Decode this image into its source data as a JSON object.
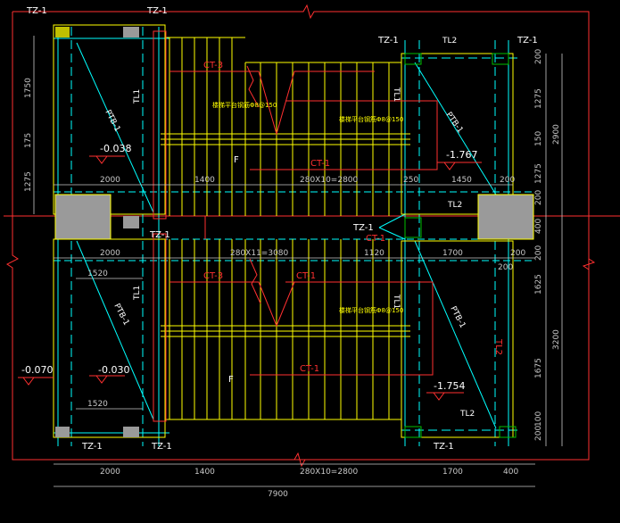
{
  "colors": {
    "background": "#000000",
    "structure": "#ff3030",
    "tread": "#ffff00",
    "axis": "#00ffff",
    "label": "#ffffff",
    "column": "#9a9a9a",
    "column_tz": "#c0c000",
    "hatch": "#00c000",
    "dimension": "#c8c8c8"
  },
  "labels": {
    "tz1_top_left_a": "TZ-1",
    "tz1_top_left_b": "TZ-1",
    "tz1_top_right_a": "TZ-1",
    "tz1_top_right_b": "TZ-1",
    "tz1_middle_left": "TZ-1",
    "tz1_middle_right": "TZ-1",
    "tz1_bottom_left_a": "TZ-1",
    "tz1_bottom_left_b": "TZ-1",
    "tz1_bottom_right": "TZ-1",
    "ptb1_top_left": "PTB-1",
    "ptb1_top_right": "PTB-1",
    "ptb1_bottom_left": "PTB-1",
    "ptb1_bottom_right": "PTB-1",
    "tl1_top": "TL1",
    "tl1_top_right": "TL1",
    "tl1_bottom": "TL1",
    "tl1_bottom_right": "TL1",
    "tl2_top": "TL2",
    "tl2_middle": "TL2",
    "tl2_right_vertical": "TL2",
    "tl2_bottom": "TL2",
    "ct3_top": "CT-3",
    "ct3_bottom": "CT-3",
    "ct1_top_mid": "CT-1",
    "ct1_top_low": "CT-1",
    "ct1_bottom_mid": "CT-1",
    "ct1_bottom_low": "CT-1",
    "rebar_top_a": "楼梯平台钢筋Φ8@150",
    "rebar_top_b": "楼梯平台钢筋Φ8@150",
    "rebar_bottom_a": "楼梯平台钢筋Φ8@150",
    "up_mark_top": "F",
    "up_mark_bottom": "F"
  },
  "levels": {
    "top_left": "-0.038",
    "top_right": "-1.767",
    "bottom_left_a": "-0.070",
    "bottom_left_b": "-0.030",
    "bottom_right": "-1.754"
  },
  "dimensions": {
    "top_row": [
      "2000",
      "1400",
      "280X10=2800",
      "250",
      "1450",
      "200"
    ],
    "middle_row": [
      "2000",
      "280X11=3080",
      "1120",
      "1700",
      "200"
    ],
    "middle_extra": "200",
    "left_upper_1520": "1520",
    "left_lower_1520": "1520",
    "bottom_row": [
      "2000",
      "1400",
      "280X10=2800",
      "1700",
      "400"
    ],
    "overall": "7900",
    "left_vertical": [
      "1750",
      "175",
      "1275"
    ],
    "right_vertical_upper": [
      "200",
      "1275",
      "150",
      "1275",
      "200",
      "400"
    ],
    "right_vertical_upper_total": "2900",
    "right_vertical_lower": [
      "200",
      "1625",
      "1675",
      "100",
      "200"
    ],
    "right_vertical_lower_total": "3200"
  }
}
